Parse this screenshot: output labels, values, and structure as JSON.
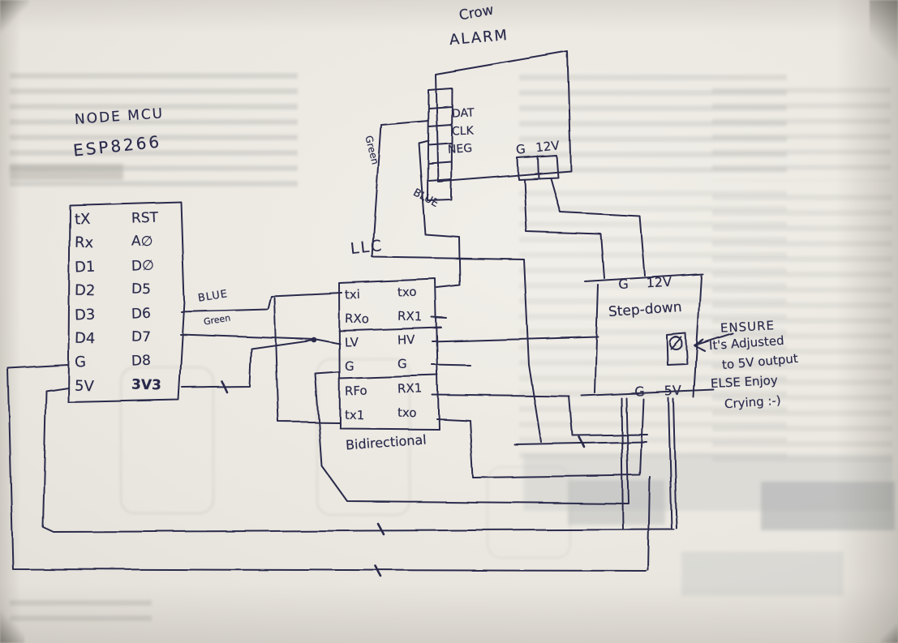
{
  "components": {
    "nodemcu": {
      "title_line1": "NODE MCU",
      "title_line2": "ESP8266",
      "left_pins": [
        "tX",
        "Rx",
        "D1",
        "D2",
        "D3",
        "D4",
        "G",
        "5V"
      ],
      "right_pins": [
        "RST",
        "A∅",
        "D∅",
        "D5",
        "D6",
        "D7",
        "D8",
        "3V3"
      ]
    },
    "alarm": {
      "title_line1": "Crow",
      "title_line2": "ALARM",
      "connector_pins": [
        "DAT",
        "CLK",
        "NEG"
      ],
      "power_label": "G 12V"
    },
    "llc": {
      "title": "LLC",
      "left_pins": [
        "txi",
        "RXo",
        "LV",
        "G",
        "RFo",
        "tx1"
      ],
      "right_pins": [
        "txo",
        "RX1",
        "HV",
        "G",
        "RX1",
        "txo"
      ],
      "caption": "Bidirectional"
    },
    "stepdown": {
      "title": "Step-down",
      "input_g": "G",
      "input_v": "12V",
      "output_g": "G",
      "output_v": "5V"
    }
  },
  "wire_labels": {
    "mcu_blue": "BLUE",
    "mcu_green": "Green",
    "alarm_green": "Green",
    "alarm_blue": "BLUE"
  },
  "note": {
    "line1": "ENSURE",
    "line2": "It's Adjusted",
    "line3": "to 5V output",
    "line4": "ELSE Enjoy",
    "line5": "Crying :-)"
  },
  "colors": {
    "ink": "#2a2a4c",
    "paper": "#e9e6df"
  }
}
